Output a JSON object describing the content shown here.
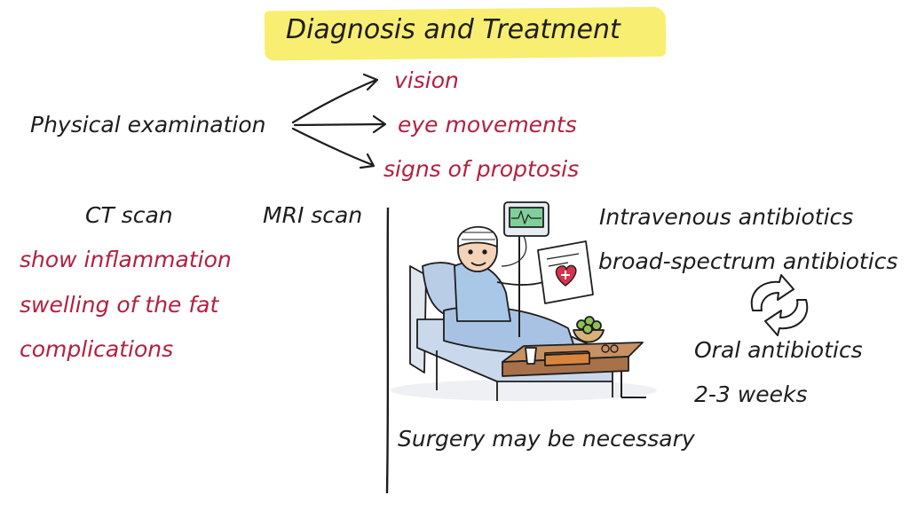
{
  "title": "Diagnosis and Treatment",
  "exam": {
    "source": "Physical examination",
    "targets": [
      "vision",
      "eye movements",
      "signs of proptosis"
    ]
  },
  "imaging": {
    "ct": "CT scan",
    "mri": "MRI scan",
    "findings": [
      "show inflammation",
      "swelling of the fat",
      "complications"
    ]
  },
  "treatment": {
    "iv": "Intravenous antibiotics",
    "broad": "broad-spectrum antibiotics",
    "oral": "Oral antibiotics",
    "duration": "2-3 weeks",
    "surgery": "Surgery may be necessary"
  },
  "colors": {
    "highlight": "#f8ee72",
    "accent": "#b3203f",
    "ink": "#1d1d1d"
  },
  "icons": [
    "arrow-icon",
    "cycle-arrows-icon",
    "hospital-patient-illustration",
    "heart-icon"
  ]
}
